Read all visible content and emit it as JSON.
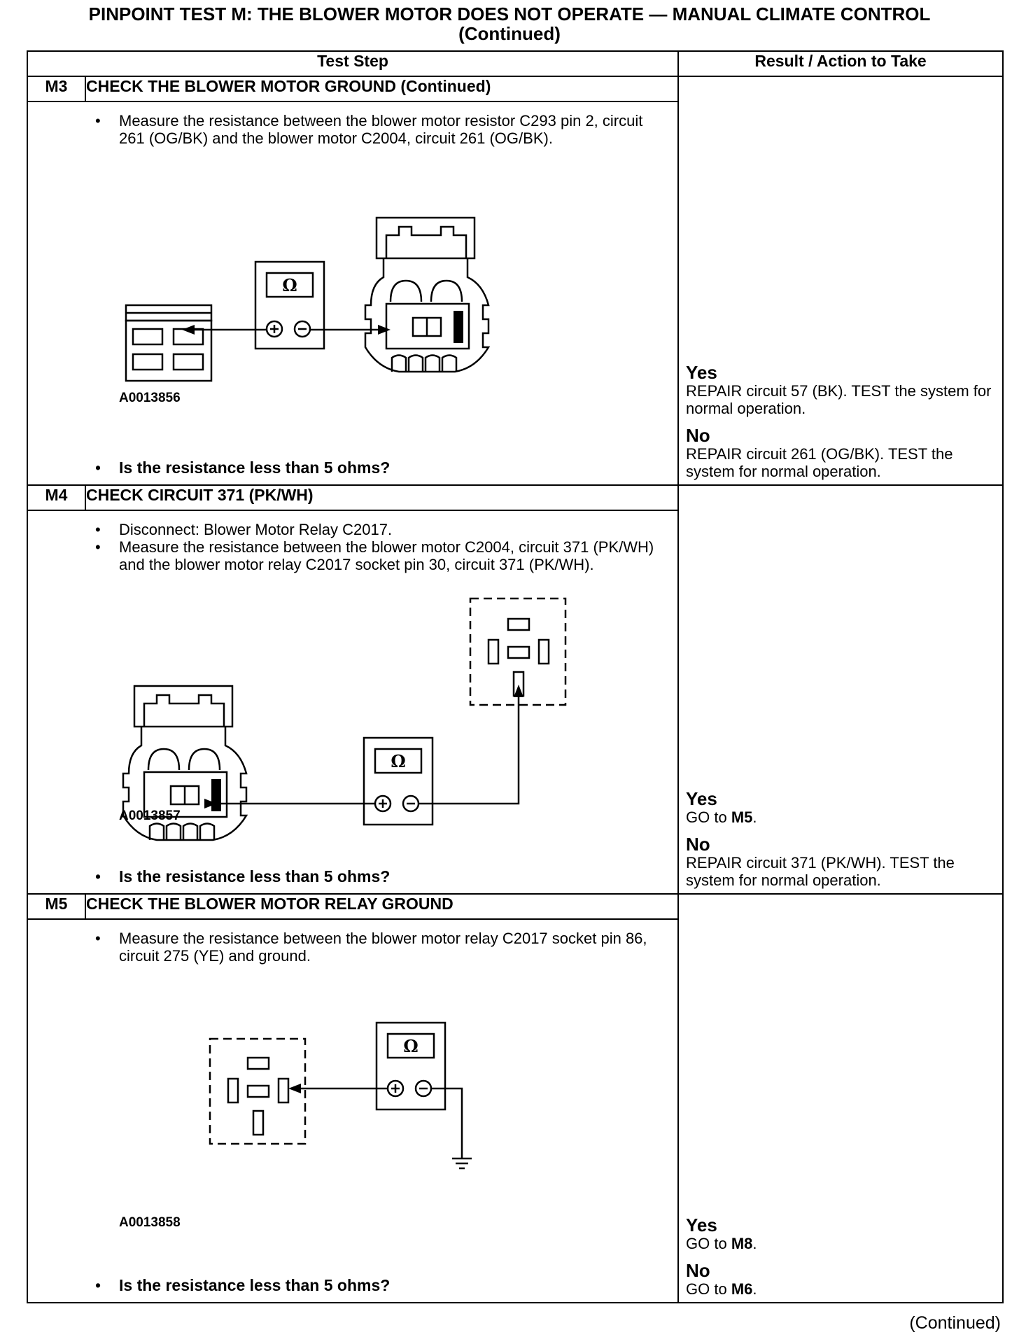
{
  "title_line1": "PINPOINT TEST  M: THE BLOWER MOTOR DOES NOT OPERATE — MANUAL CLIMATE CONTROL",
  "title_line2": "(Continued)",
  "table": {
    "col_test_step": "Test Step",
    "col_result": "Result / Action to Take"
  },
  "steps": [
    {
      "id": "M3",
      "heading": "CHECK THE BLOWER MOTOR GROUND (Continued)",
      "bullets": [
        "Measure the resistance between the blower motor resistor C293 pin 2, circuit 261 (OG/BK) and the blower motor C2004, circuit 261 (OG/BK)."
      ],
      "figure_id": "A0013856",
      "meter_symbol": "Ω",
      "question": "Is the resistance less than 5 ohms?",
      "yes_label": "Yes",
      "yes_text": "REPAIR circuit 57 (BK). TEST the system for normal operation.",
      "no_label": "No",
      "no_text": "REPAIR circuit 261 (OG/BK). TEST the system for normal operation."
    },
    {
      "id": "M4",
      "heading": "CHECK CIRCUIT 371 (PK/WH)",
      "bullets": [
        "Disconnect: Blower Motor Relay C2017.",
        "Measure the resistance between the blower motor C2004, circuit 371 (PK/WH) and the blower motor relay C2017 socket pin 30, circuit 371 (PK/WH)."
      ],
      "figure_id": "A0013857",
      "meter_symbol": "Ω",
      "question": "Is the resistance less than 5 ohms?",
      "yes_label": "Yes",
      "yes_prefix": "GO to ",
      "yes_target": "M5",
      "yes_suffix": ".",
      "no_label": "No",
      "no_text": "REPAIR circuit 371 (PK/WH). TEST the system for normal operation."
    },
    {
      "id": "M5",
      "heading": "CHECK THE BLOWER MOTOR RELAY GROUND",
      "bullets": [
        "Measure the resistance between the blower motor relay C2017 socket pin 86, circuit 275 (YE) and ground."
      ],
      "figure_id": "A0013858",
      "meter_symbol": "Ω",
      "question": "Is the resistance less than 5 ohms?",
      "yes_label": "Yes",
      "yes_prefix": "GO to ",
      "yes_target": "M8",
      "yes_suffix": ".",
      "no_label": "No",
      "no_prefix": "GO to ",
      "no_target": "M6",
      "no_suffix": "."
    }
  ],
  "footer_continued": "(Continued)"
}
